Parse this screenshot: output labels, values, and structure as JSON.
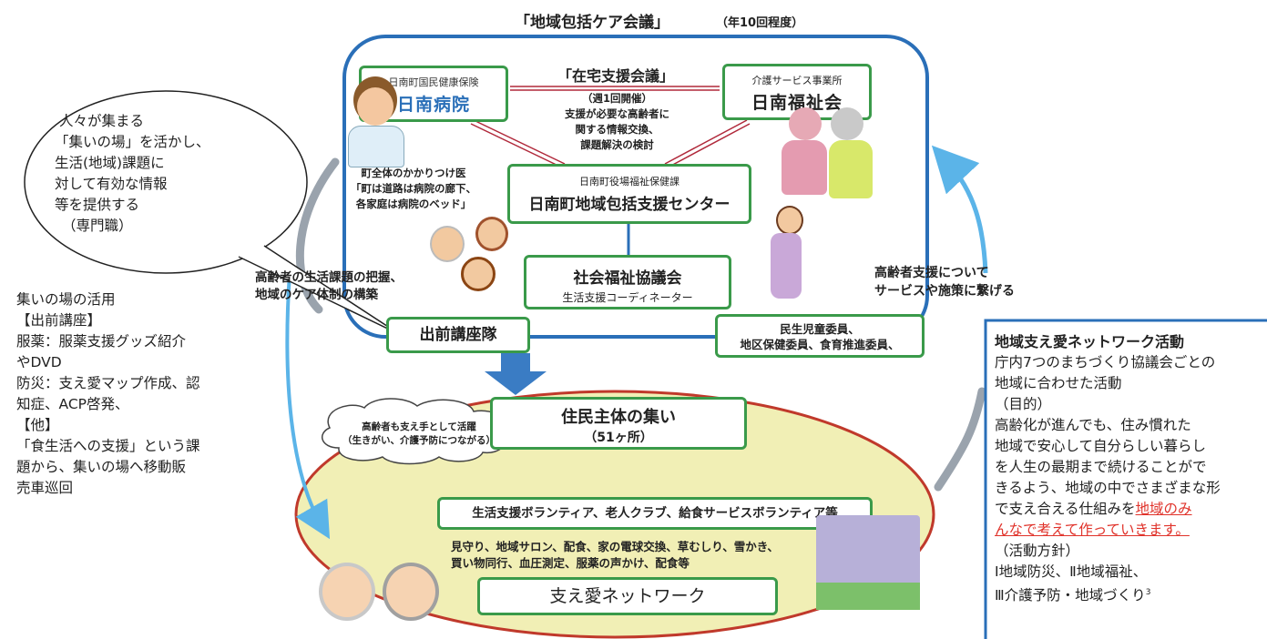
{
  "header": {
    "conference_title": "「地域包括ケア会議」",
    "conference_freq": "（年10回程度）"
  },
  "hospital": {
    "sub": "日南町国民健康保険",
    "name": "日南病院"
  },
  "welfare": {
    "sub": "介護サービス事業所",
    "name": "日南福祉会"
  },
  "home_support": {
    "title": "「在宅支援会議」",
    "lines": [
      "（週1回開催）",
      "支援が必要な高齢者に",
      "関する情報交換、",
      "課題解決の検討"
    ]
  },
  "doctor_note": [
    "町全体のかかりつけ医",
    "「町は道路は病院の廊下、",
    "各家庭は病院のベッド」"
  ],
  "center": {
    "sub": "日南町役場福祉保健課",
    "name": "日南町地域包括支援センター"
  },
  "council": {
    "name": "社会福祉協議会",
    "sub": "生活支援コーディネーター"
  },
  "delivery_team": "出前講座隊",
  "committee": [
    "民生児童委員、",
    "地区保健委員、食育推進委員、"
  ],
  "arrow_left_label": [
    "高齢者の生活課題の把握、",
    "地域のケア体制の構築"
  ],
  "arrow_right_label": [
    "高齢者支援について",
    "サービスや施策に繋げる"
  ],
  "speech_bubble": [
    "人々が集まる",
    "「集いの場」を活かし、",
    "生活(地域)課題に",
    "対して有効な情報",
    "等を提供する",
    "（専門職）"
  ],
  "gathering": {
    "title": "住民主体の集い",
    "count": "（51ヶ所）"
  },
  "cloud": [
    "高齢者も支え手として活躍",
    "（生きがい、介護予防につながる）"
  ],
  "volunteers": "生活支援ボランティア、老人クラブ、給食サービスボランティア等",
  "activities": [
    "見守り、地域サロン、配食、家の電球交換、草むしり、雪かき、",
    "買い物同行、血圧測定、服薬の声かけ、配食等"
  ],
  "network": "支え愛ネットワーク",
  "left_notes": [
    "集いの場の活用",
    "【出前講座】",
    "服薬：服薬支援グッズ紹介",
    "やDVD",
    "防災：支え愛マップ作成、認",
    "知症、ACP啓発、",
    "【他】",
    "「食生活への支援」という課",
    "題から、集いの場へ移動販",
    "売車巡回"
  ],
  "right_panel": {
    "title": "地域支え愛ネットワーク活動",
    "lines": [
      "庁内7つのまちづくり協議会ごとの",
      "地域に合わせた活動",
      "（目的）",
      "高齢化が進んでも、住み慣れた",
      "地域で安心して自分らしい暮らし",
      "を人生の最期まで続けることがで",
      "きるよう、地域の中でさまざまな形",
      "で支え合える仕組みを"
    ],
    "highlight_1": "地域のみ",
    "highlight_2": "んなで考えて作っていきます。",
    "policy_head": "（活動方針）",
    "policy_1": "Ⅰ地域防災、Ⅱ地域福祉、",
    "policy_2": "Ⅲ介護予防・地域づくり",
    "page_no": "3"
  },
  "colors": {
    "blue_frame": "#2a6fb8",
    "green_box": "#3a9a4a",
    "ellipse_fill": "#f1efb5",
    "ellipse_stroke": "#c0392b",
    "highlight_red": "#e0322a"
  }
}
